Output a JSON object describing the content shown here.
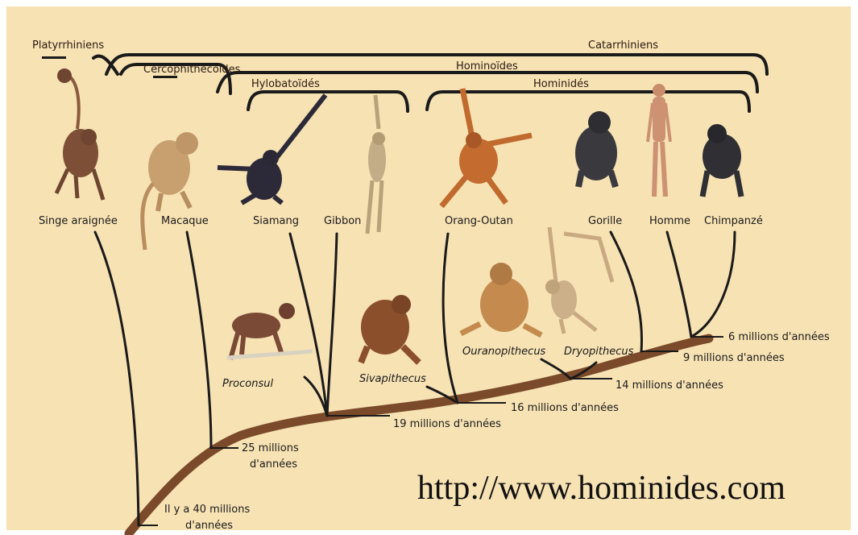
{
  "groups": {
    "platyrrhiniens": "Platyrrhiniens",
    "catarrhiniens": "Catarrhiniens",
    "cercopithecoides": "Cercophithécoïdes",
    "hominoides": "Hominoïdes",
    "hylobatoides": "Hylobatoïdés",
    "hominides": "Hominidés"
  },
  "species": {
    "singe_araignee": "Singe araignée",
    "macaque": "Macaque",
    "siamang": "Siamang",
    "gibbon": "Gibbon",
    "orang_outan": "Orang-Outan",
    "gorille": "Gorille",
    "homme": "Homme",
    "chimpanze": "Chimpanzé"
  },
  "fossils": {
    "proconsul": "Proconsul",
    "sivapithecus": "Sivapithecus",
    "ouranopithecus": "Ouranopithecus",
    "dryopithecus": "Dryopithecus"
  },
  "times": {
    "t40_line1": "Il y a 40 millions",
    "t40_line2": "d'années",
    "t25_line1": "25 millions",
    "t25_line2": "d'années",
    "t19": "19 millions d'années",
    "t16": "16 millions d'années",
    "t14": "14 millions d'années",
    "t9": "9 millions d'années",
    "t6": "6 millions d'années"
  },
  "url": "http://www.hominides.com",
  "colors": {
    "background": "#f7e2b4",
    "trunk": "#7a4a2a",
    "branch": "#1a1a1a",
    "bracket": "#1a1a1a",
    "animal_fur": "#8b5a3c"
  }
}
